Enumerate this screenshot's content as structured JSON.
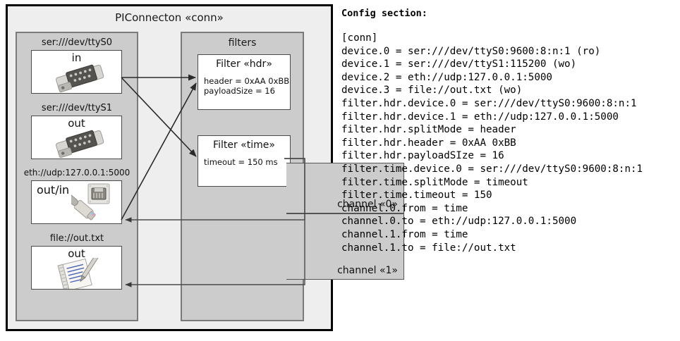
{
  "diagram": {
    "title": "PIConnecton «conn»",
    "devices_panel": {
      "name": "devices",
      "items": [
        {
          "label": "ser:///dev/ttyS0",
          "io": "in",
          "icon": "serial-port-icon"
        },
        {
          "label": "ser:///dev/ttyS1",
          "io": "out",
          "icon": "serial-port-icon"
        },
        {
          "label": "eth://udp:127.0.0.1:5000",
          "io": "out/in",
          "icon": "ethernet-jack-icon"
        },
        {
          "label": "file://out.txt",
          "io": "out",
          "icon": "text-file-icon"
        }
      ]
    },
    "filters_panel": {
      "title": "filters",
      "filters": [
        {
          "title": "Filter «hdr»",
          "props": [
            "header = 0xAA 0xBB",
            "payloadSize = 16"
          ]
        },
        {
          "title": "Filter «time»",
          "props": [
            "timeout = 150 ms"
          ]
        }
      ],
      "channels": [
        {
          "label": "channel «0»"
        },
        {
          "label": "channel «1»"
        }
      ]
    }
  },
  "config": {
    "heading": "Config section:",
    "text": "[conn]\ndevice.0 = ser:///dev/ttyS0:9600:8:n:1 (ro)\ndevice.1 = ser:///dev/ttyS1:115200 (wo)\ndevice.2 = eth://udp:127.0.0.1:5000\ndevice.3 = file://out.txt (wo)\nfilter.hdr.device.0 = ser:///dev/ttyS0:9600:8:n:1\nfilter.hdr.device.1 = eth://udp:127.0.0.1:5000\nfilter.hdr.splitMode = header\nfilter.hdr.header = 0xAA 0xBB\nfilter.hdr.payloadSIze = 16\nfilter.time.device.0 = ser:///dev/ttyS0:9600:8:n:1\nfilter.time.splitMode = timeout\nfilter.time.timeout = 150\nchannel.0.from = time\nchannel.0.to = eth://udp:127.0.0.1:5000\nchannel.1.from = time\nchannel.1.to = file://out.txt"
  },
  "colors": {
    "frame_border": "#000000",
    "outer_bg": "#eeeeee",
    "panel_bg": "#cccccc",
    "panel_border": "#7a7a7a",
    "card_bg": "#ffffff",
    "card_border": "#4a4a4a",
    "connector": "#333333"
  }
}
